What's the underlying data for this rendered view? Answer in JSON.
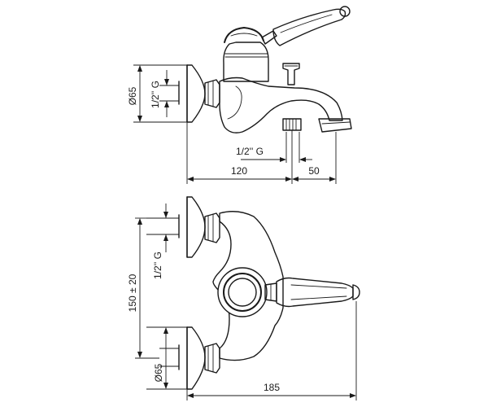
{
  "colors": {
    "line": "#1a1a1a",
    "background": "#ffffff"
  },
  "dimensions": {
    "side_view": {
      "inlet_diameter": "Ø65",
      "inlet_thread": "1/2'' G",
      "outlet_thread": "1/2'' G",
      "wall_to_outlet": "120",
      "outlet_to_spout": "50"
    },
    "front_view": {
      "inlet_spacing": "150 ± 20",
      "inlet_thread": "1/2'' G",
      "inlet_diameter": "Ø65",
      "total_width": "185"
    }
  }
}
